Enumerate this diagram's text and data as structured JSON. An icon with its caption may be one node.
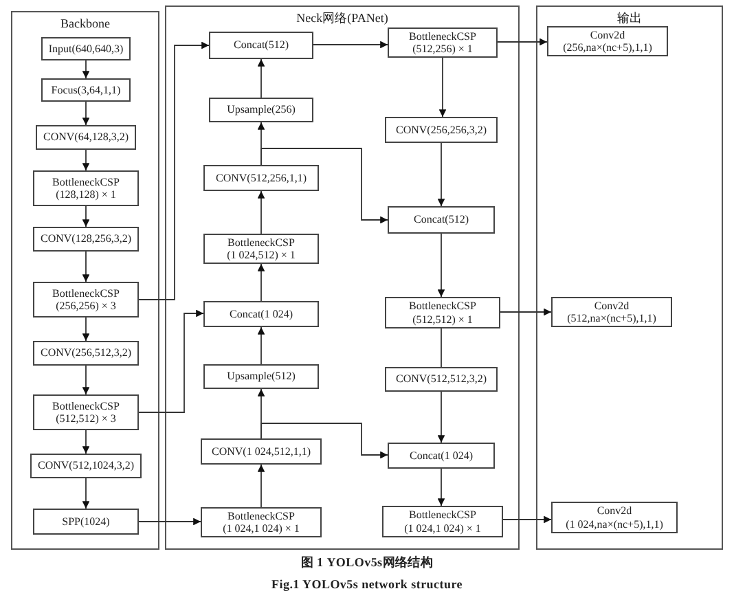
{
  "diagram": {
    "caption": "图 1 YOLOv5s网络结构",
    "nodes": [
      {
        "text": [
          "Backbone"
        ]
      },
      {
        "text": [
          "Neck网络(PANet)"
        ]
      },
      {
        "text": [
          "输出"
        ]
      },
      {
        "text": [
          "Input(640,640,3)"
        ],
        "in": 0
      },
      {
        "text": [
          "Focus(3,64,1,1)"
        ],
        "in": 0
      },
      {
        "text": [
          "CONV(64,128,3,2)"
        ],
        "in": 0
      },
      {
        "text": [
          "BottleneckCSP (128,128) × 1"
        ],
        "in": 0
      },
      {
        "text": [
          "CONV(128,256,3,2)"
        ],
        "in": 0
      },
      {
        "text": [
          "BottleneckCSP (256,256) × 3"
        ],
        "in": 0
      },
      {
        "text": [
          "CONV(256,512,3,2)"
        ],
        "in": 0
      },
      {
        "text": [
          "BottleneckCSP (512,512) × 3"
        ],
        "in": 0
      },
      {
        "text": [
          "CONV(512,1024,3,2)"
        ],
        "in": 0
      },
      {
        "text": [
          "SPP(1024)"
        ],
        "in": 0
      },
      {
        "text": [
          "Concat(512)"
        ],
        "in": 1
      },
      {
        "text": [
          "Upsample(256)"
        ],
        "in": 1
      },
      {
        "text": [
          "CONV(512,256,1,1)"
        ],
        "in": 1
      },
      {
        "text": [
          "BottleneckCSP (1 024,512) × 1"
        ],
        "in": 1
      },
      {
        "text": [
          "Concat(1 024)"
        ],
        "in": 1
      },
      {
        "text": [
          "Upsample(512)"
        ],
        "in": 1
      },
      {
        "text": [
          "CONV(1 024,512,1,1)"
        ],
        "in": 1
      },
      {
        "text": [
          "BottleneckCSP (1 024,1 024) × 1"
        ],
        "in": 1
      },
      {
        "text": [
          "BottleneckCSP (512,256) × 1"
        ],
        "in": 1
      },
      {
        "text": [
          "CONV(256,256,3,2)"
        ],
        "in": 1
      },
      {
        "text": [
          "Concat(512)"
        ],
        "in": 1
      },
      {
        "text": [
          "BottleneckCSP (512,512) × 1"
        ],
        "in": 1
      },
      {
        "text": [
          "CONV(512,512,3,2)"
        ],
        "in": 1
      },
      {
        "text": [
          "Concat(1 024)"
        ],
        "in": 1
      },
      {
        "text": [
          "BottleneckCSP (1 024,1 024) × 1"
        ],
        "in": 1
      },
      {
        "text": [
          "Conv2d (256,na×(nc+5),1,1)"
        ],
        "in": 2
      },
      {
        "text": [
          "Conv2d (512,na×(nc+5),1,1)"
        ],
        "in": 2
      },
      {
        "text": [
          "Conv2d (1 024,na×(nc+5),1,1)"
        ],
        "in": 2
      }
    ],
    "edges": [
      {
        "from": 3,
        "to": 4,
        "arrow": "to"
      },
      {
        "from": 4,
        "to": 5,
        "arrow": "to"
      },
      {
        "from": 5,
        "to": 6,
        "arrow": "to"
      },
      {
        "from": 6,
        "to": 7,
        "arrow": "to"
      },
      {
        "from": 7,
        "to": 8,
        "arrow": "to"
      },
      {
        "from": 8,
        "to": 9,
        "arrow": "to"
      },
      {
        "from": 9,
        "to": 10,
        "arrow": "to"
      },
      {
        "from": 10,
        "to": 11,
        "arrow": "to"
      },
      {
        "from": 11,
        "to": 12,
        "arrow": "to"
      },
      {
        "from": 8,
        "to": 13,
        "arrow": "to"
      },
      {
        "from": 10,
        "to": 17,
        "arrow": "to"
      },
      {
        "from": 12,
        "to": 20,
        "arrow": "to"
      },
      {
        "from": 20,
        "to": 19,
        "arrow": "to"
      },
      {
        "from": 19,
        "to": 18,
        "arrow": "to"
      },
      {
        "from": 18,
        "to": 17,
        "arrow": "to"
      },
      {
        "from": 17,
        "to": 16,
        "arrow": "to"
      },
      {
        "from": 16,
        "to": 15,
        "arrow": "to"
      },
      {
        "from": 15,
        "to": 14,
        "arrow": "to"
      },
      {
        "from": 14,
        "to": 13,
        "arrow": "to"
      },
      {
        "from": 15,
        "to": 23,
        "arrow": "to"
      },
      {
        "from": 19,
        "to": 26,
        "arrow": "to"
      },
      {
        "from": 13,
        "to": 21,
        "arrow": "to"
      },
      {
        "from": 21,
        "to": 22,
        "arrow": "to"
      },
      {
        "from": 22,
        "to": 23,
        "arrow": "to"
      },
      {
        "from": 23,
        "to": 24,
        "arrow": "to"
      },
      {
        "from": 24,
        "to": 25,
        "arrow": "none"
      },
      {
        "from": 25,
        "to": 26,
        "arrow": "to"
      },
      {
        "from": 26,
        "to": 27,
        "arrow": "to"
      },
      {
        "from": 21,
        "to": 28,
        "arrow": "to"
      },
      {
        "from": 24,
        "to": 29,
        "arrow": "to"
      },
      {
        "from": 27,
        "to": 30,
        "arrow": "to"
      }
    ],
    "labels": [
      "Fig.1 YOLOv5s network structure"
    ]
  }
}
